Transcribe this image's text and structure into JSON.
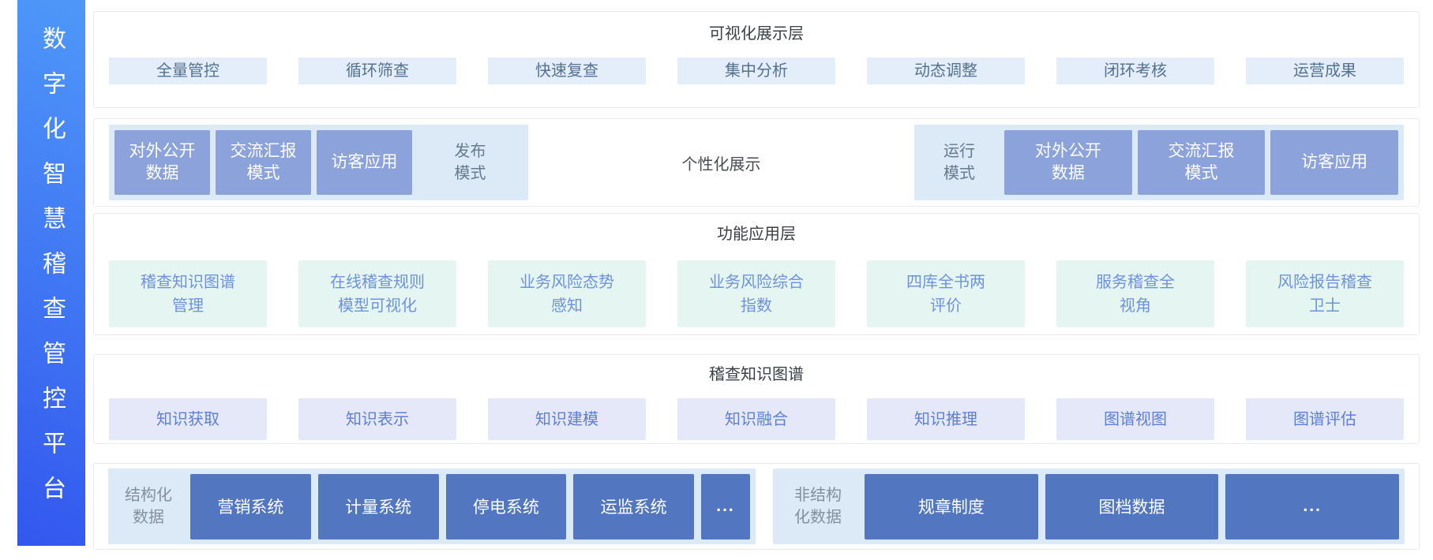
{
  "platform": {
    "title": "数字化智慧稽查管控平台"
  },
  "colors": {
    "sidebar_gradient_top": "#4f98f9",
    "sidebar_gradient_bottom": "#3257ee",
    "light_panel": "#dceaf8",
    "viz_chip": "#e3eefa",
    "function_chip": "#e4f5f2",
    "graph_chip": "#e4e8f8",
    "mode_box": "#8ba2db",
    "data_box": "#5277c0"
  },
  "layers": {
    "visualization": {
      "title": "可视化展示层",
      "items": [
        "全量管控",
        "循环筛查",
        "快速复查",
        "集中分析",
        "动态调整",
        "闭环考核",
        "运营成果"
      ]
    },
    "display_modes": {
      "publish": {
        "label": "发布\n模式",
        "items": [
          "对外公开\n数据",
          "交流汇报\n模式",
          "访客应用"
        ]
      },
      "center_label": "个性化展示",
      "run": {
        "label": "运行\n模式",
        "items": [
          "对外公开\n数据",
          "交流汇报\n模式",
          "访客应用"
        ]
      }
    },
    "function": {
      "title": "功能应用层",
      "items": [
        "稽查知识图谱\n管理",
        "在线稽查规则\n模型可视化",
        "业务风险态势\n感知",
        "业务风险综合\n指数",
        "四库全书两\n评价",
        "服务稽查全\n视角",
        "风险报告稽查\n卫士"
      ]
    },
    "knowledge_graph": {
      "title": "稽查知识图谱",
      "items": [
        "知识获取",
        "知识表示",
        "知识建模",
        "知识融合",
        "知识推理",
        "图谱视图",
        "图谱评估"
      ]
    },
    "data_sources": {
      "structured": {
        "label": "结构化\n数据",
        "items": [
          "营销系统",
          "计量系统",
          "停电系统",
          "运监系统",
          "..."
        ]
      },
      "unstructured": {
        "label": "非结构\n化数据",
        "items": [
          "规章制度",
          "图档数据",
          "..."
        ]
      }
    }
  }
}
